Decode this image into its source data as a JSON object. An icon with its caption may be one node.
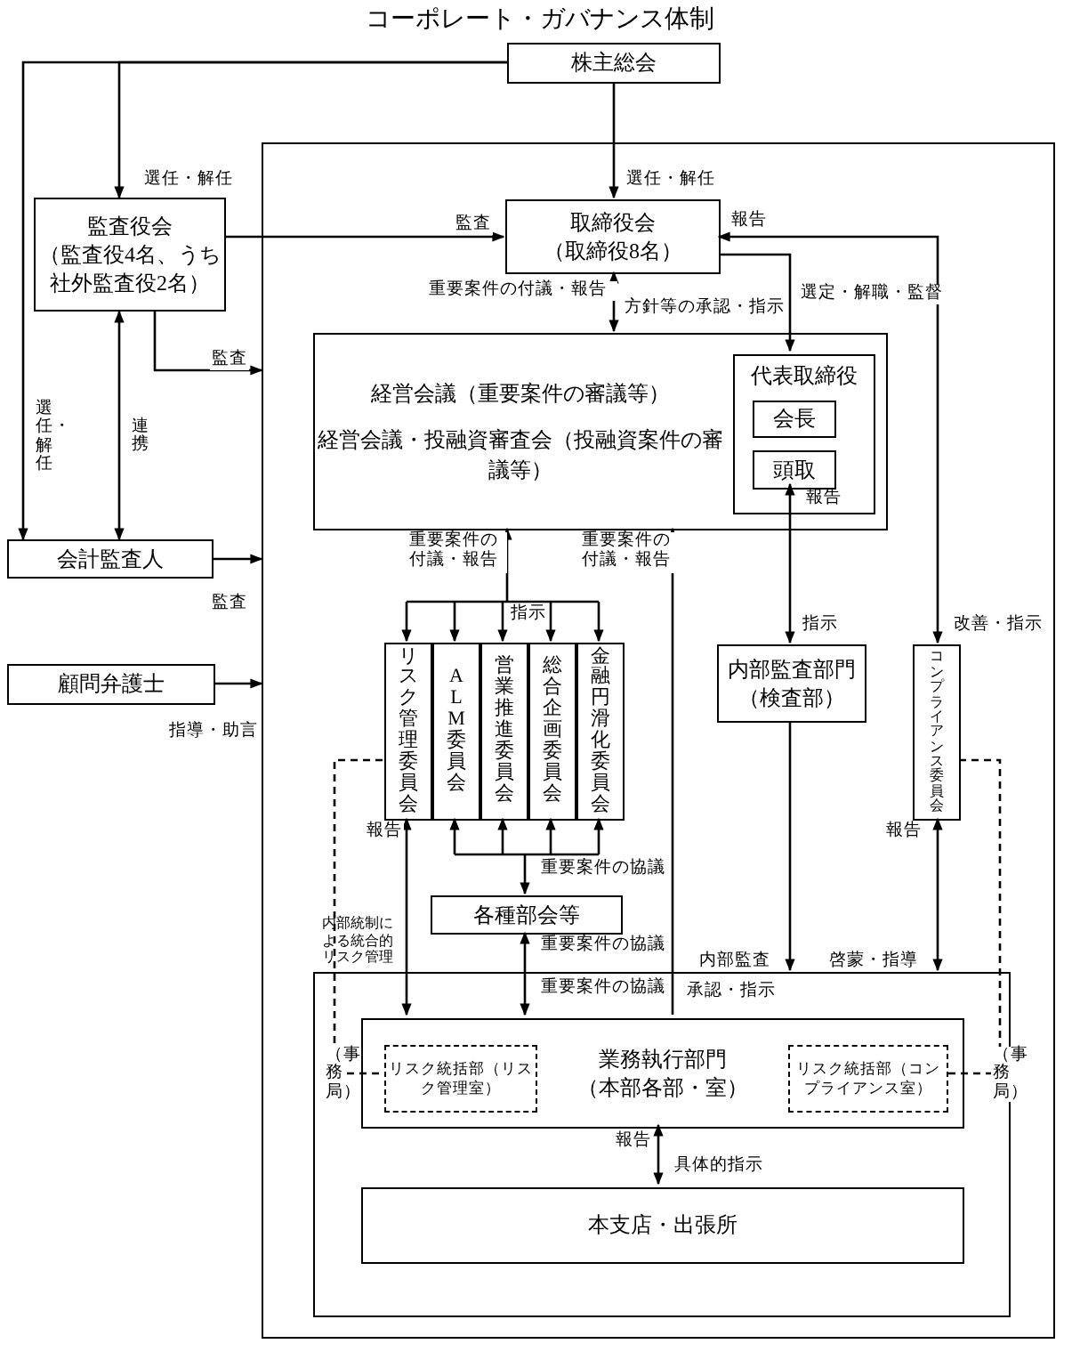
{
  "diagram": {
    "title": "コーポレート・ガバナンス体制",
    "nodes": [
      {
        "text": [
          "株主総会"
        ]
      },
      {
        "text": [
          "監査役会",
          "（監査役4名、うち社外監査役2名）"
        ]
      },
      {
        "text": [
          "会計監査人"
        ]
      },
      {
        "text": [
          "顧問弁護士"
        ]
      },
      {
        "text": [],
        "shape": "box"
      },
      {
        "text": [
          "取締役会",
          "（取締役8名）"
        ],
        "in": 4
      },
      {
        "text": [
          "経営会議（重要案件の審議等）",
          "経営会議・投融資審査会（投融資案件の審議等）"
        ],
        "in": 4
      },
      {
        "text": [
          "代表取締役"
        ],
        "in": 6
      },
      {
        "text": [
          "会長"
        ],
        "in": 7
      },
      {
        "text": [
          "頭取"
        ],
        "in": 7
      },
      {
        "text": [
          "リスク管理委員会"
        ],
        "in": 4
      },
      {
        "text": [
          "ALM委員会"
        ],
        "in": 4
      },
      {
        "text": [
          "営業推進委員会"
        ],
        "in": 4
      },
      {
        "text": [
          "総合企画委員会"
        ],
        "in": 4
      },
      {
        "text": [
          "金融円滑化委員会"
        ],
        "in": 4
      },
      {
        "text": [
          "内部監査部門",
          "（検査部）"
        ],
        "in": 4
      },
      {
        "text": [
          "コンプライアンス委員会"
        ],
        "in": 4
      },
      {
        "text": [
          "各種部会等"
        ],
        "in": 4
      },
      {
        "text": [],
        "shape": "box",
        "in": 4
      },
      {
        "text": [
          "業務執行部門",
          "（本部各部・室）"
        ],
        "in": 18
      },
      {
        "text": [
          "リスク統括部（リスク管理室）"
        ],
        "in": 19
      },
      {
        "text": [
          "リスク統括部（コンプライアンス室）"
        ],
        "in": 19
      },
      {
        "text": [
          "本支店・出張所"
        ],
        "in": 18
      }
    ],
    "edges": [
      {
        "from": 0,
        "to": 1,
        "arrow": "to",
        "label": "選任・解任"
      },
      {
        "from": 0,
        "to": 2,
        "arrow": "to",
        "label": "選任・解任"
      },
      {
        "from": 0,
        "to": 5,
        "arrow": "to",
        "label": "選任・解任"
      },
      {
        "from": 1,
        "to": 5,
        "arrow": "to",
        "label": "監査"
      },
      {
        "from": 1,
        "to": 4,
        "arrow": "to",
        "label": "監査"
      },
      {
        "from": 1,
        "to": 2,
        "arrow": "both",
        "label": "連携"
      },
      {
        "from": 2,
        "to": 4,
        "arrow": "to",
        "label": "監査"
      },
      {
        "from": 3,
        "to": 4,
        "arrow": "to",
        "label": "指導・助言"
      },
      {
        "from": 5,
        "to": 6,
        "arrow": "both",
        "label": "重要案件の付議・報告"
      },
      {
        "from": 5,
        "to": 7,
        "arrow": "to",
        "label": "選定・解職・監督"
      },
      {
        "from": 16,
        "to": 5,
        "arrow": "both",
        "label": "報告"
      },
      {
        "from": 9,
        "to": 15,
        "arrow": "both",
        "label": "指示"
      },
      {
        "from": 6,
        "to": 10,
        "arrow": "both",
        "label": "重要案件の付議・報告"
      },
      {
        "from": 6,
        "to": 11,
        "arrow": "both"
      },
      {
        "from": 6,
        "to": 12,
        "arrow": "both"
      },
      {
        "from": 6,
        "to": 13,
        "arrow": "both"
      },
      {
        "from": 6,
        "to": 14,
        "arrow": "both"
      },
      {
        "from": 17,
        "to": 11,
        "arrow": "both",
        "label": "重要案件の協議"
      },
      {
        "from": 17,
        "to": 12,
        "arrow": "both"
      },
      {
        "from": 17,
        "to": 13,
        "arrow": "both"
      },
      {
        "from": 17,
        "to": 14,
        "arrow": "both"
      },
      {
        "from": 10,
        "to": 19,
        "arrow": "both",
        "label": "報告"
      },
      {
        "from": 17,
        "to": 19,
        "arrow": "both",
        "label": "重要案件の協議"
      },
      {
        "from": 19,
        "to": 6,
        "arrow": "to",
        "label": "承認・指示"
      },
      {
        "from": 15,
        "to": 18,
        "arrow": "to",
        "label": "内部監査"
      },
      {
        "from": 16,
        "to": 18,
        "arrow": "both",
        "label": "報告"
      },
      {
        "from": 10,
        "to": 20,
        "arrow": "none",
        "style": "dashed",
        "label": "（事務局）"
      },
      {
        "from": 16,
        "to": 21,
        "arrow": "none",
        "style": "dashed",
        "label": "（事務局）"
      },
      {
        "from": 19,
        "to": 22,
        "arrow": "both",
        "label": "具体的指示"
      }
    ],
    "labels": [
      "方針等の承認・指示",
      "改善・指示",
      "報告",
      "指示",
      "内部統制による統合的リスク管理",
      "重要案件の協議",
      "重要案件の付議・報告",
      "啓蒙・指導",
      "報告"
    ]
  }
}
